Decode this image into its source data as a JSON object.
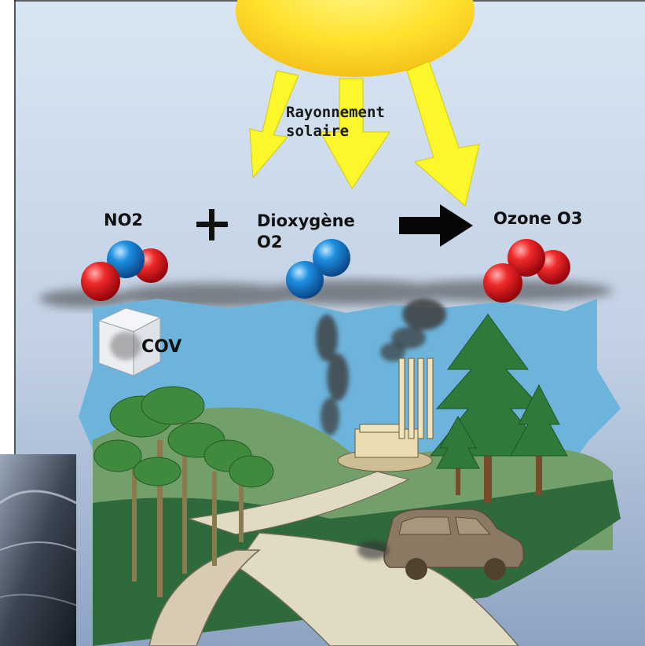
{
  "diagram": {
    "sun_label": "Rayonnement\nsolaire",
    "reactant_1": "NO2",
    "operator": "+",
    "reactant_2": "Dioxygène\nO2",
    "product": "Ozone O3",
    "precursor": "COV",
    "colors": {
      "sky_top": "#d8e6f3",
      "sky_bottom": "#8ea3c3",
      "sun": "#ffdf2a",
      "ray": "#fbf72b",
      "nitrogen_atom": "#1577c9",
      "oxygen_atom": "#d3101a",
      "lake": "#6cb4dc",
      "light_hill": "#73a06a",
      "dark_hill": "#2e6a3b",
      "road": "#e1dbc3",
      "path": "#d7ccb1",
      "smoke": "#3c3c3c",
      "car": "#8b7a63"
    },
    "icons": [
      "sun-icon",
      "solar-ray-icon",
      "reaction-arrow-icon",
      "molecule-icon",
      "cov-cube-icon",
      "factory-icon",
      "tree-icon",
      "car-icon"
    ]
  }
}
